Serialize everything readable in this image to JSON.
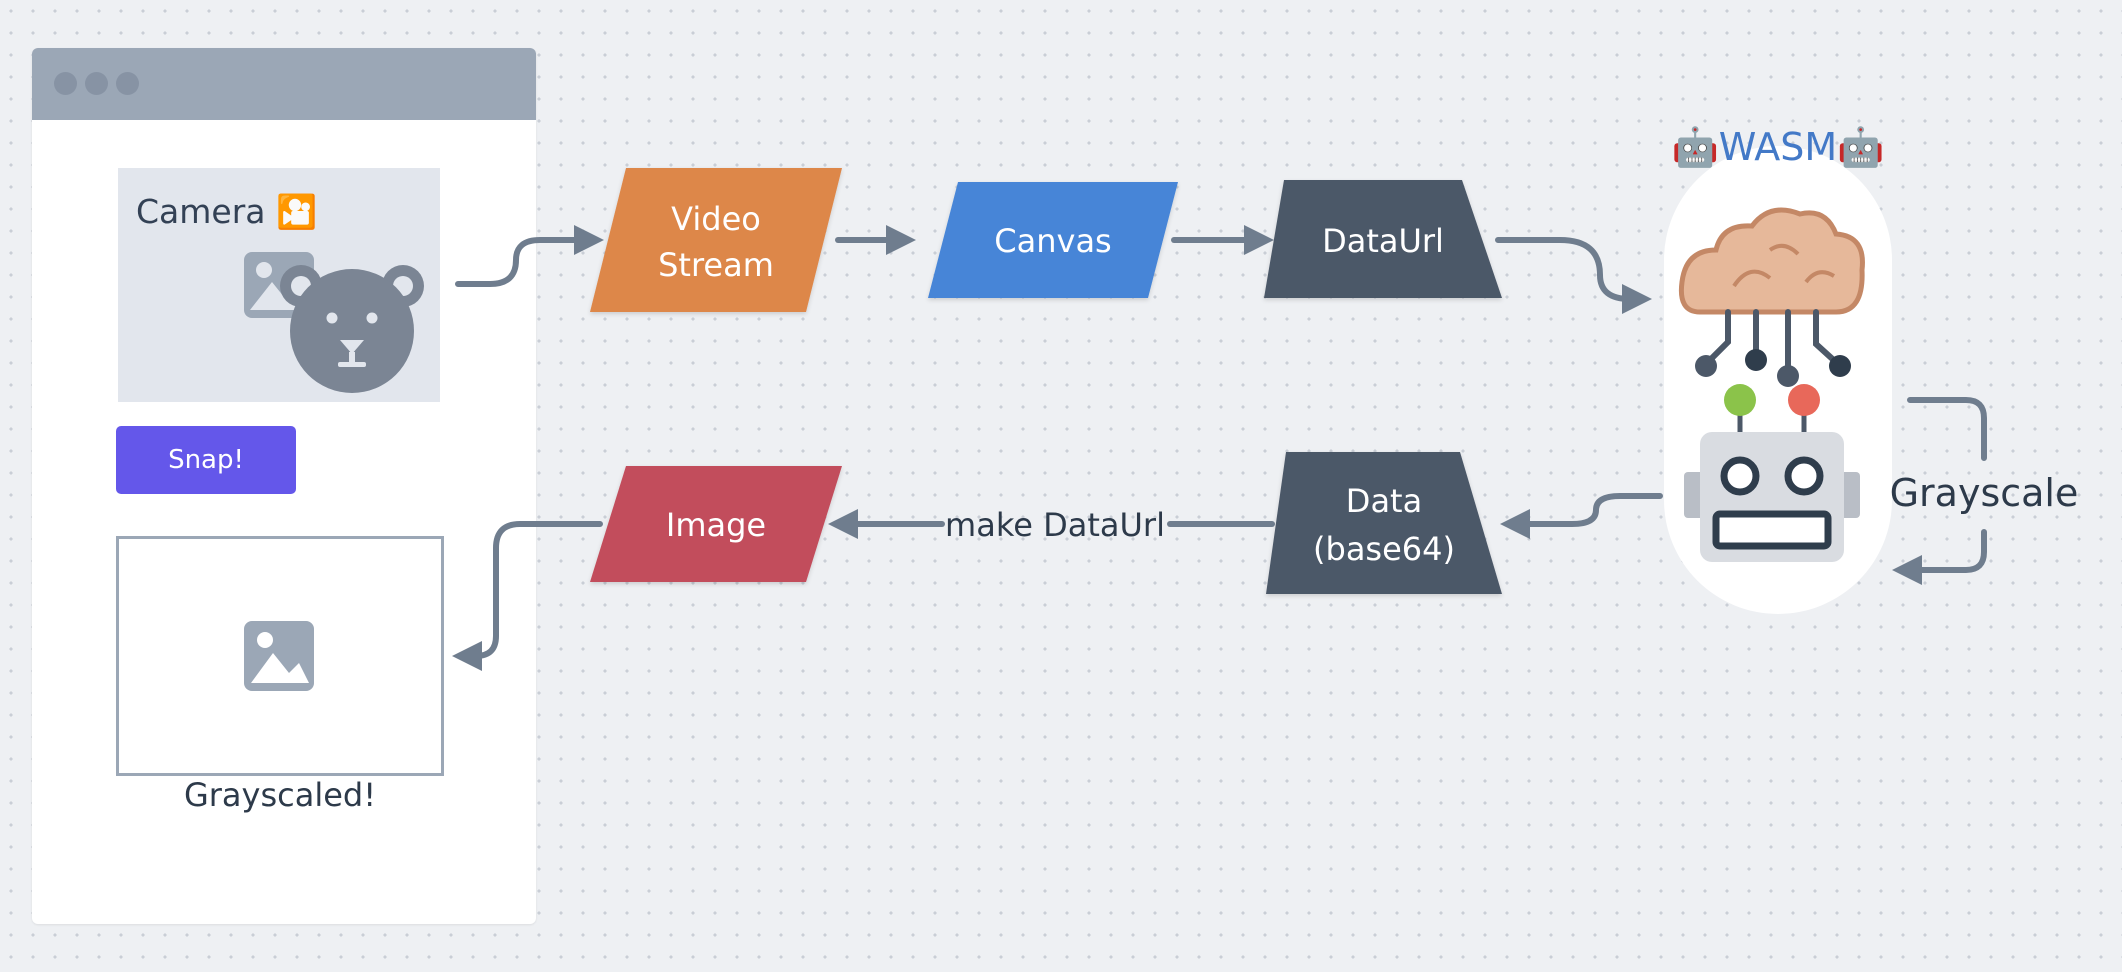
{
  "app": {
    "camera_label": "Camera 🎦",
    "snap_button": "Snap!",
    "result_caption": "Grayscaled!"
  },
  "nodes": {
    "video_stream": [
      "Video",
      "Stream"
    ],
    "canvas": "Canvas",
    "data_url": "DataUrl",
    "wasm_title": "🤖WASM🤖",
    "data_base64": [
      "Data",
      "(base64)"
    ],
    "image": "Image"
  },
  "edges": {
    "grayscale": "Grayscale",
    "make_data_url": "make DataUrl"
  },
  "colors": {
    "video_stream": "#dd8748",
    "canvas": "#4685d7",
    "data_url": "#4c5868",
    "data_base64": "#4c5868",
    "image": "#c24e5c",
    "connector": "#6f7d8e",
    "wasm_title": "#4379c7",
    "snap_button": "#6457ea"
  }
}
